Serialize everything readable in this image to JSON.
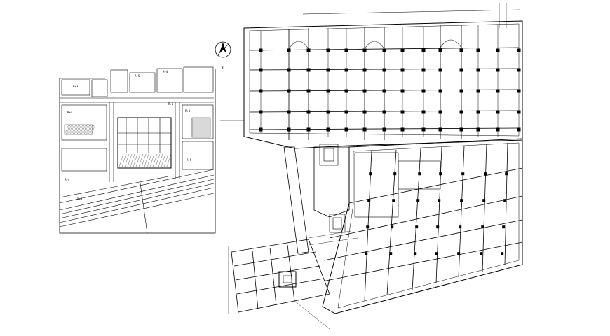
{
  "drawing": {
    "background": "#ffffff",
    "line_color": "#000000",
    "compass_label": "N",
    "site_plan_labels": [
      "R+3",
      "R+5",
      "R+4",
      "R+4",
      "R+3",
      "R+5",
      "R+4",
      "R+3",
      "R+6"
    ]
  }
}
